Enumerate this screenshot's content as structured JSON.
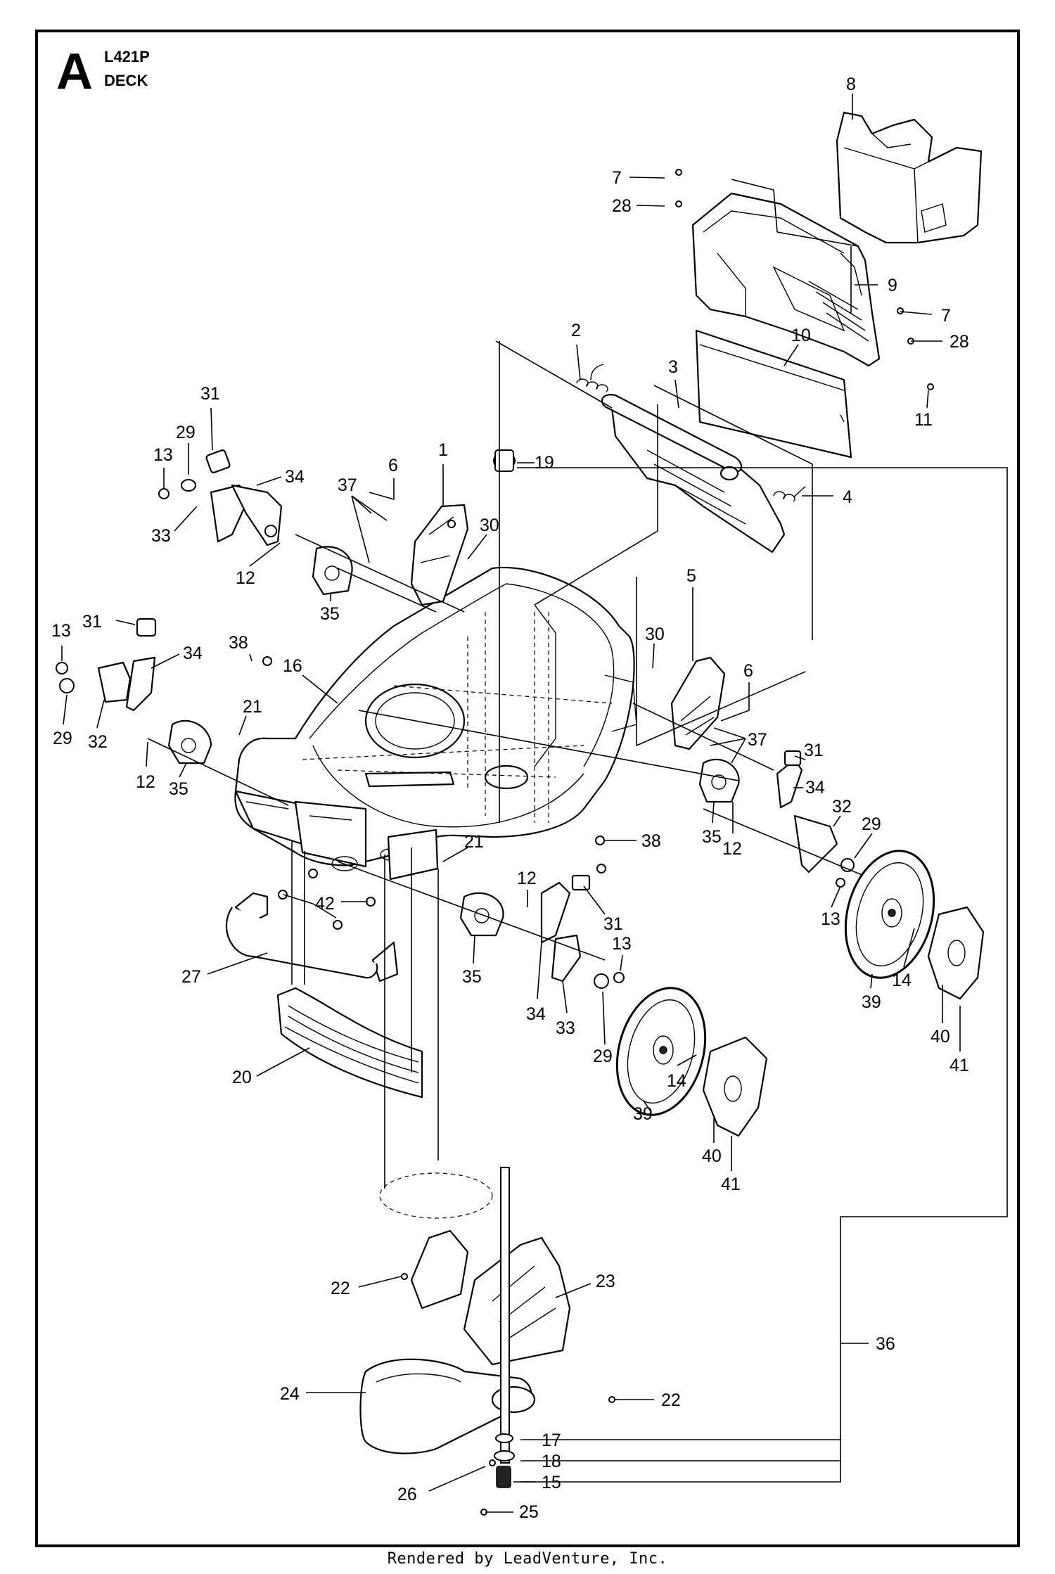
{
  "header": {
    "section_letter": "A",
    "model": "L421P",
    "section_title": "DECK"
  },
  "footer": {
    "credit": "Rendered by LeadVenture, Inc."
  },
  "callouts": [
    {
      "n": "1"
    },
    {
      "n": "2"
    },
    {
      "n": "3"
    },
    {
      "n": "4"
    },
    {
      "n": "5"
    },
    {
      "n": "6"
    },
    {
      "n": "6"
    },
    {
      "n": "7"
    },
    {
      "n": "7"
    },
    {
      "n": "8"
    },
    {
      "n": "9"
    },
    {
      "n": "10"
    },
    {
      "n": "11"
    },
    {
      "n": "12"
    },
    {
      "n": "12"
    },
    {
      "n": "12"
    },
    {
      "n": "12"
    },
    {
      "n": "13"
    },
    {
      "n": "13"
    },
    {
      "n": "13"
    },
    {
      "n": "13"
    },
    {
      "n": "14"
    },
    {
      "n": "14"
    },
    {
      "n": "15"
    },
    {
      "n": "16"
    },
    {
      "n": "17"
    },
    {
      "n": "18"
    },
    {
      "n": "19"
    },
    {
      "n": "20"
    },
    {
      "n": "21"
    },
    {
      "n": "21"
    },
    {
      "n": "22"
    },
    {
      "n": "22"
    },
    {
      "n": "23"
    },
    {
      "n": "24"
    },
    {
      "n": "25"
    },
    {
      "n": "26"
    },
    {
      "n": "27"
    },
    {
      "n": "28"
    },
    {
      "n": "28"
    },
    {
      "n": "29"
    },
    {
      "n": "29"
    },
    {
      "n": "29"
    },
    {
      "n": "29"
    },
    {
      "n": "30"
    },
    {
      "n": "30"
    },
    {
      "n": "31"
    },
    {
      "n": "31"
    },
    {
      "n": "31"
    },
    {
      "n": "31"
    },
    {
      "n": "32"
    },
    {
      "n": "32"
    },
    {
      "n": "33"
    },
    {
      "n": "33"
    },
    {
      "n": "34"
    },
    {
      "n": "34"
    },
    {
      "n": "34"
    },
    {
      "n": "34"
    },
    {
      "n": "35"
    },
    {
      "n": "35"
    },
    {
      "n": "35"
    },
    {
      "n": "35"
    },
    {
      "n": "36"
    },
    {
      "n": "37"
    },
    {
      "n": "37"
    },
    {
      "n": "38"
    },
    {
      "n": "38"
    },
    {
      "n": "39"
    },
    {
      "n": "39"
    },
    {
      "n": "40"
    },
    {
      "n": "40"
    },
    {
      "n": "41"
    },
    {
      "n": "41"
    },
    {
      "n": "42"
    }
  ]
}
